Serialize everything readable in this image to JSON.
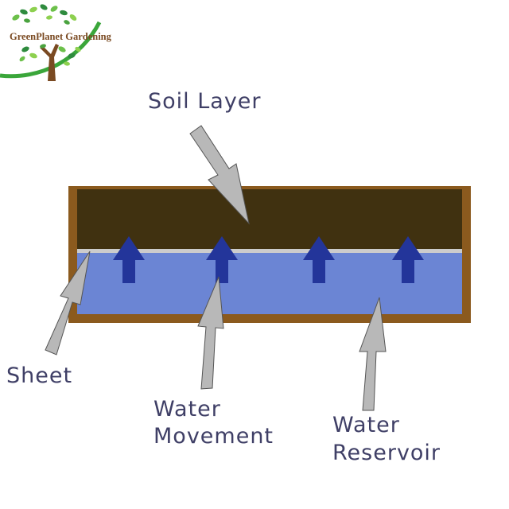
{
  "brand": {
    "name": "GreenPlanet Gardening",
    "logo_icon": "tree-logo-icon"
  },
  "labels": {
    "soil_layer": "Soil Layer",
    "sheet": "Sheet",
    "water_movement_line1": "Water",
    "water_movement_line2": "Movement",
    "water_reservoir_line1": "Water",
    "water_reservoir_line2": "Reservoir"
  },
  "colors": {
    "frame": "#8b5a1e",
    "soil": "#403110",
    "water": "#6b85d4",
    "sheet": "#cccccc",
    "upward_arrow": "#23359a",
    "pointer_arrow": "#b8b8b8",
    "label_text": "#3f3f66",
    "logo_green": "#3aa63a",
    "logo_trunk": "#7a4a22"
  }
}
